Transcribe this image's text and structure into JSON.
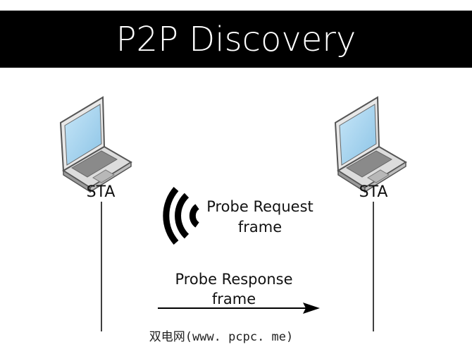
{
  "title": "P2P Discovery",
  "left_station": {
    "label": "STA",
    "icon": "laptop-icon"
  },
  "right_station": {
    "label": "STA",
    "icon": "laptop-icon"
  },
  "probe_request": {
    "line1": "Probe Request",
    "line2": "frame",
    "icon": "wireless-signal-icon"
  },
  "probe_response": {
    "line1": "Probe Response",
    "line2": "frame"
  },
  "watermark": "双电网(www. pcpc. me)",
  "colors": {
    "title_bar": "#000000",
    "screen": "#a9d3ec",
    "laptop_body": "#d6d6d6"
  }
}
